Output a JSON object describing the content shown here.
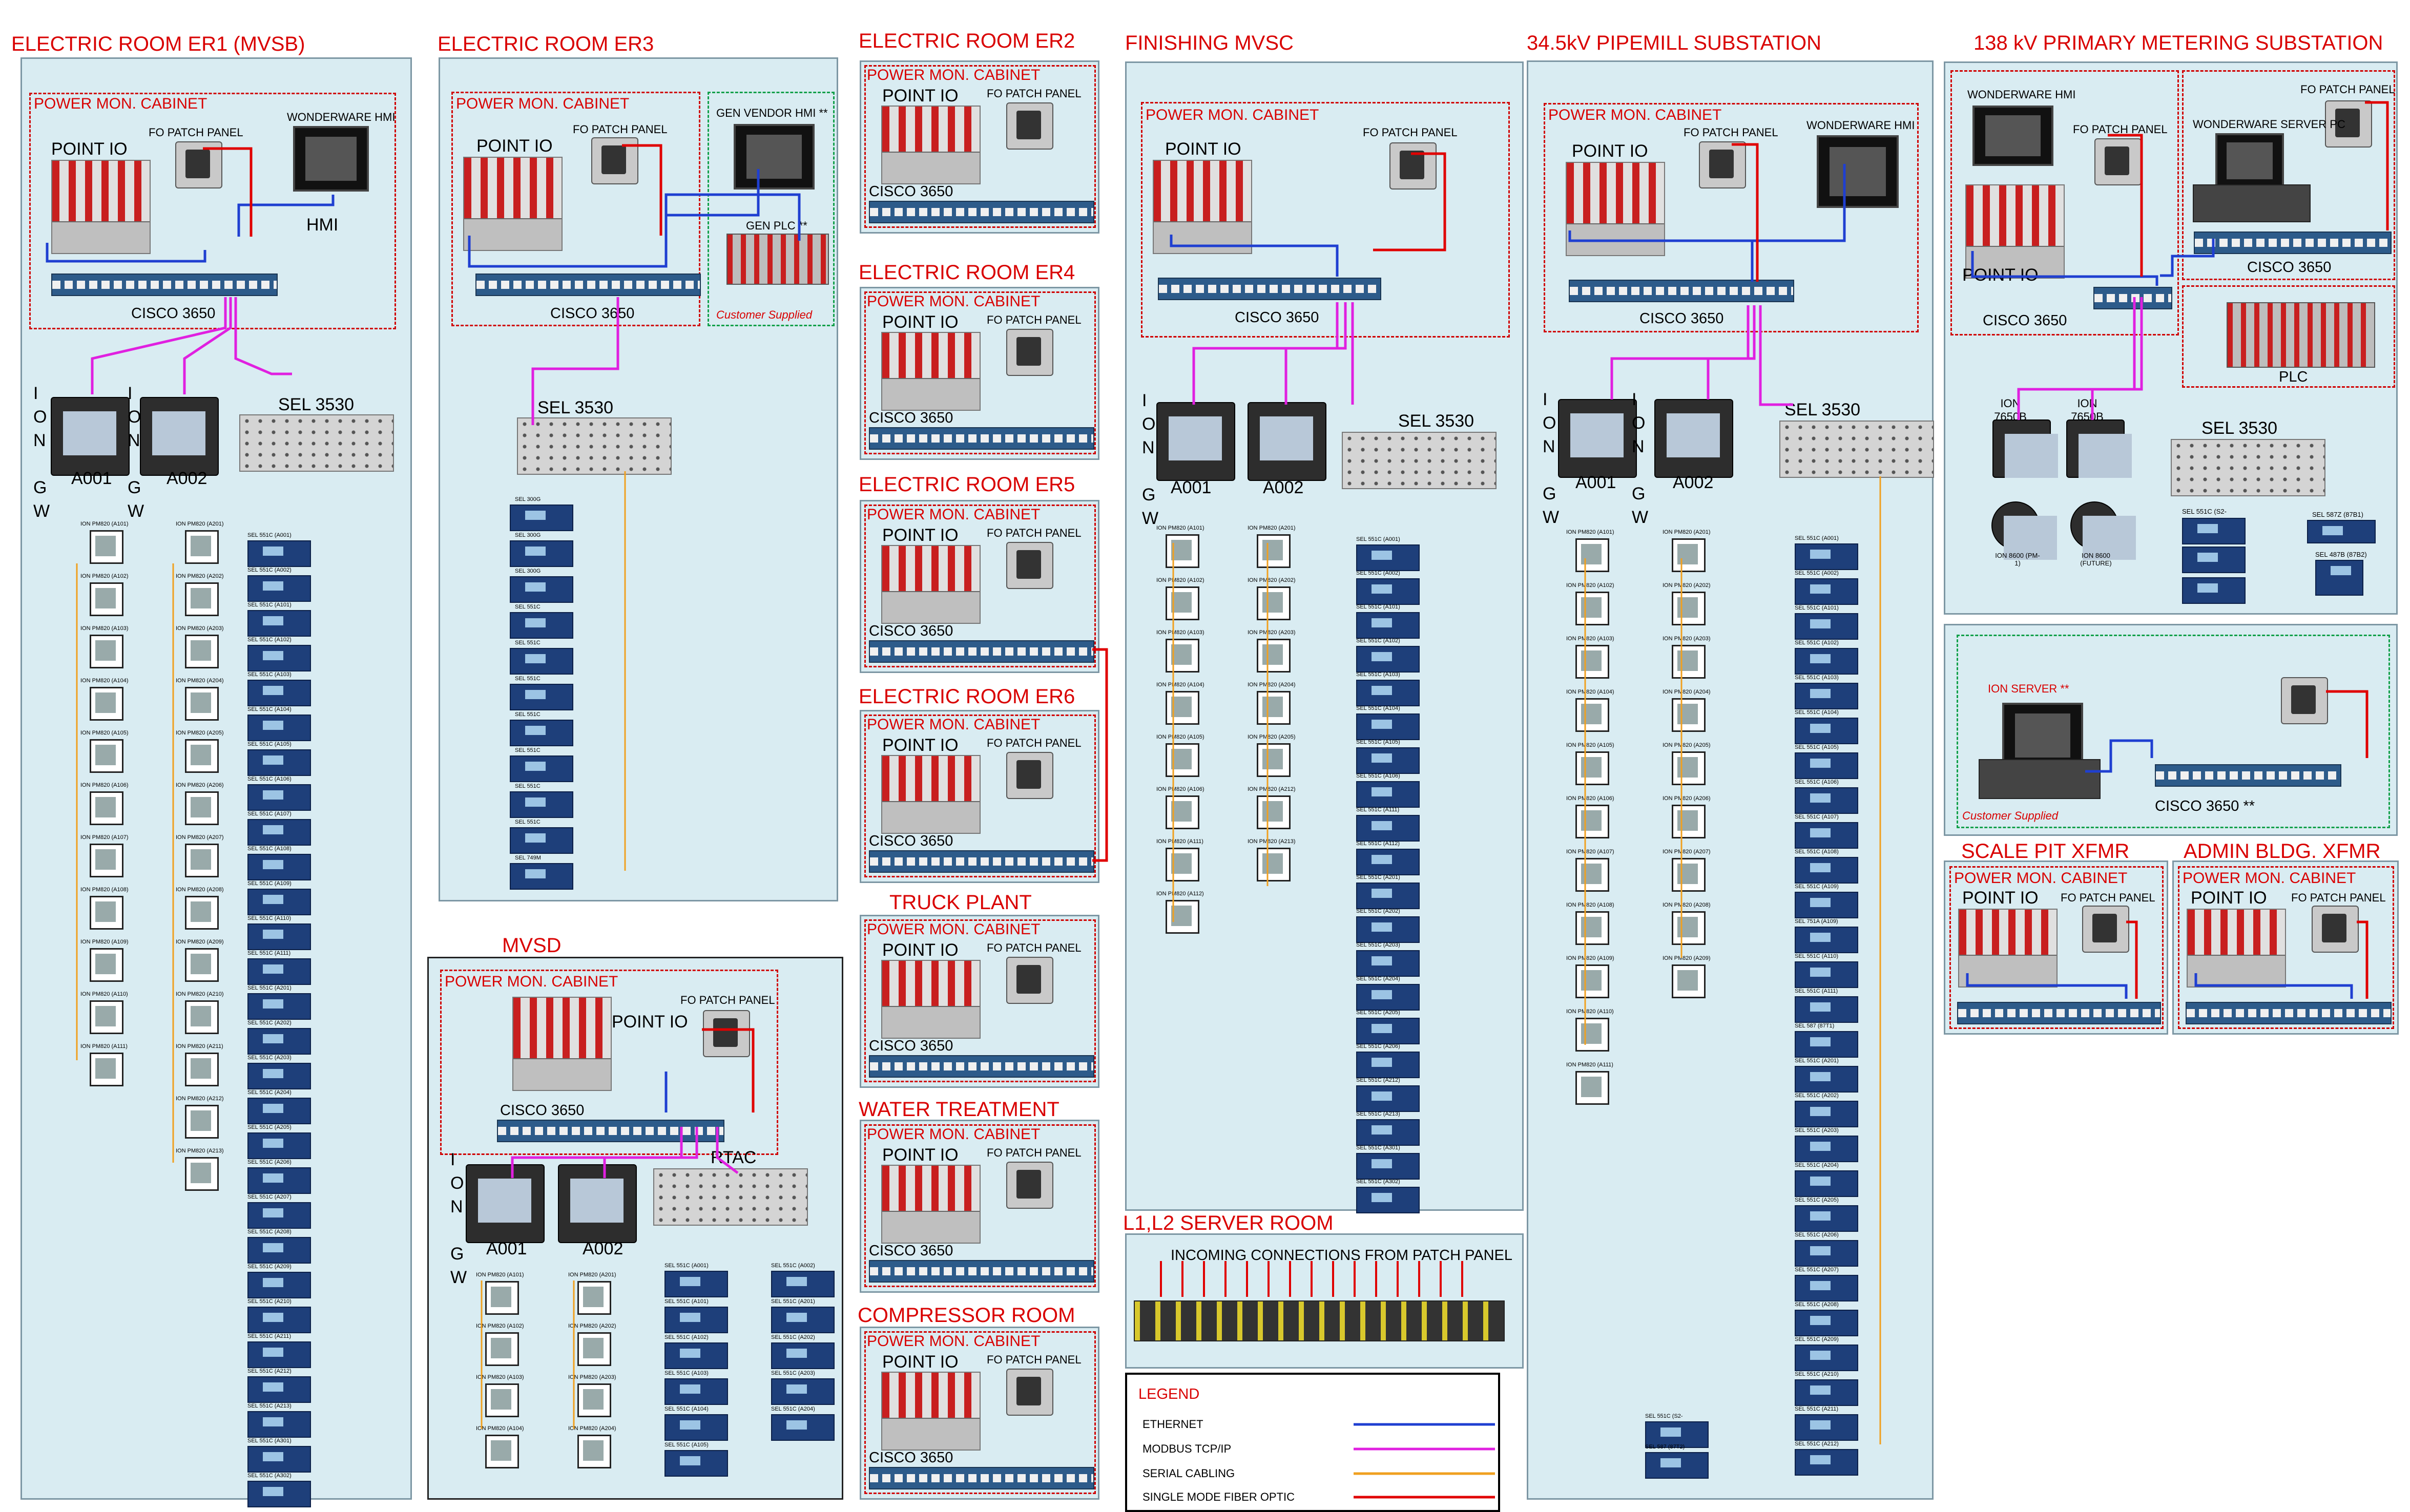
{
  "rooms": {
    "er1": {
      "title": "ELECTRIC ROOM ER1 (MVSB)",
      "cabinet": "POWER MON. CABINET",
      "point_io": "POINT IO",
      "fo": "FO PATCH PANEL",
      "hmi_label": "WONDERWARE HMI",
      "hmi": "HMI",
      "switch": "CISCO 3650",
      "sel": "SEL 3530",
      "ion_gw": [
        "I",
        "O",
        "N",
        "G",
        "W"
      ],
      "a1": "A001",
      "a2": "A002"
    },
    "er3": {
      "title": "ELECTRIC ROOM ER3",
      "cabinet": "POWER MON. CABINET",
      "point_io": "POINT IO",
      "fo": "FO PATCH PANEL",
      "gen_hmi": "GEN VENDOR HMI **",
      "gen_plc": "GEN PLC **",
      "customer": "Customer Supplied",
      "switch": "CISCO 3650",
      "sel": "SEL 3530",
      "relays": [
        "SEL 300G",
        "SEL 300G",
        "SEL 300G",
        "SEL 551C",
        "SEL 551C",
        "SEL 551C",
        "SEL 551C",
        "SEL 551C",
        "SEL 551C",
        "SEL 551C",
        "SEL 749M"
      ]
    },
    "er2": {
      "title": "ELECTRIC ROOM ER2",
      "cabinet": "POWER MON. CABINET",
      "point_io": "POINT IO",
      "fo": "FO PATCH PANEL",
      "switch": "CISCO 3650"
    },
    "er4": {
      "title": "ELECTRIC ROOM ER4",
      "cabinet": "POWER MON. CABINET",
      "point_io": "POINT IO",
      "fo": "FO PATCH PANEL",
      "switch": "CISCO 3650"
    },
    "er5": {
      "title": "ELECTRIC ROOM ER5",
      "cabinet": "POWER MON. CABINET",
      "point_io": "POINT IO",
      "fo": "FO PATCH PANEL",
      "switch": "CISCO 3650"
    },
    "er6": {
      "title": "ELECTRIC ROOM ER6",
      "cabinet": "POWER MON. CABINET",
      "point_io": "POINT IO",
      "fo": "FO PATCH PANEL",
      "switch": "CISCO 3650"
    },
    "truck": {
      "title": "TRUCK PLANT",
      "cabinet": "POWER MON. CABINET",
      "point_io": "POINT IO",
      "fo": "FO PATCH PANEL",
      "switch": "CISCO 3650"
    },
    "water": {
      "title": "WATER TREATMENT",
      "cabinet": "POWER MON. CABINET",
      "point_io": "POINT IO",
      "fo": "FO PATCH PANEL",
      "switch": "CISCO 3650"
    },
    "comp": {
      "title": "COMPRESSOR ROOM",
      "cabinet": "POWER MON. CABINET",
      "point_io": "POINT IO",
      "fo": "FO PATCH PANEL",
      "switch": "CISCO 3650"
    },
    "mvsd": {
      "title": "MVSD",
      "cabinet": "POWER MON. CABINET",
      "point_io": "POINT IO",
      "fo": "FO PATCH PANEL",
      "switch": "CISCO 3650",
      "rtac": "RTAC",
      "ion_gw": [
        "I",
        "O",
        "N",
        "G",
        "W"
      ],
      "a1": "A001",
      "a2": "A002"
    },
    "fin": {
      "title": "FINISHING MVSC",
      "cabinet": "POWER MON. CABINET",
      "point_io": "POINT IO",
      "fo": "FO PATCH PANEL",
      "switch": "CISCO 3650",
      "sel": "SEL 3530",
      "ion_gw": [
        "I",
        "O",
        "N",
        "G",
        "W"
      ],
      "a1": "A001",
      "a2": "A002"
    },
    "pipe": {
      "title": "34.5kV PIPEMILL SUBSTATION",
      "cabinet": "POWER MON. CABINET",
      "point_io": "POINT IO",
      "fo": "FO PATCH PANEL",
      "hmi_label": "WONDERWARE HMI",
      "switch": "CISCO 3650",
      "sel": "SEL 3530",
      "ion_gw": [
        "I",
        "O",
        "N",
        "G",
        "W"
      ],
      "a1": "A001",
      "a2": "A002"
    },
    "p138": {
      "title": "138 kV PRIMARY METERING SUBSTATION",
      "hmi_label": "WONDERWARE HMI",
      "fo": "FO PATCH PANEL",
      "fo2": "FO PATCH PANEL",
      "server": "WONDERWARE SERVER PC",
      "point_io": "POINT IO",
      "switch": "CISCO 3650",
      "switch2": "CISCO 3650",
      "plc": "PLC",
      "sel": "SEL 3530",
      "ion1": "ION 7650B (PM-1)",
      "ion2": "ION 7650B (PM-2)",
      "ion8600a": "ION 8600 (PM-1)",
      "ion8600b": "ION 8600 (FUTURE)",
      "sel551": "SEL 551C (S2-",
      "sel587": "SEL 587Z (87B1)",
      "sel487": "SEL 487B (87B2)"
    },
    "ionsrv": {
      "title": "ION SERVER **",
      "customer": "Customer Supplied",
      "switch": "CISCO 3650 **"
    },
    "scale": {
      "title": "SCALE PIT XFMR",
      "cabinet": "POWER MON. CABINET",
      "point_io": "POINT IO",
      "fo": "FO PATCH PANEL"
    },
    "admin": {
      "title": "ADMIN BLDG. XFMR",
      "cabinet": "POWER MON. CABINET",
      "point_io": "POINT IO",
      "fo": "FO PATCH PANEL"
    },
    "server_room": {
      "title": "L1,L2 SERVER ROOM",
      "incoming": "INCOMING CONNECTIONS FROM PATCH PANEL"
    }
  },
  "pm_lists": {
    "er1_a": [
      "ION PM820 (A101)",
      "ION PM820 (A102)",
      "ION PM820 (A103)",
      "ION PM820 (A104)",
      "ION PM820 (A105)",
      "ION PM820 (A106)",
      "ION PM820 (A107)",
      "ION PM820 (A108)",
      "ION PM820 (A109)",
      "ION PM820 (A110)",
      "ION PM820 (A111)"
    ],
    "er1_b": [
      "ION PM820 (A201)",
      "ION PM820 (A202)",
      "ION PM820 (A203)",
      "ION PM820 (A204)",
      "ION PM820 (A205)",
      "ION PM820 (A206)",
      "ION PM820 (A207)",
      "ION PM820 (A208)",
      "ION PM820 (A209)",
      "ION PM820 (A210)",
      "ION PM820 (A211)",
      "ION PM820 (A212)",
      "ION PM820 (A213)"
    ],
    "fin_a": [
      "ION PM820 (A101)",
      "ION PM820 (A102)",
      "ION PM820 (A103)",
      "ION PM820 (A104)",
      "ION PM820 (A105)",
      "ION PM820 (A106)",
      "ION PM820 (A111)",
      "ION PM820 (A112)"
    ],
    "fin_b": [
      "ION PM820 (A201)",
      "ION PM820 (A202)",
      "ION PM820 (A203)",
      "ION PM820 (A204)",
      "ION PM820 (A205)",
      "ION PM820 (A212)",
      "ION PM820 (A213)"
    ],
    "pipe_a": [
      "ION PM820 (A101)",
      "ION PM820 (A102)",
      "ION PM820 (A103)",
      "ION PM820 (A104)",
      "ION PM820 (A105)",
      "ION PM820 (A106)",
      "ION PM820 (A107)",
      "ION PM820 (A108)",
      "ION PM820 (A109)",
      "ION PM820 (A110)",
      "ION PM820 (A111)"
    ],
    "pipe_b": [
      "ION PM820 (A201)",
      "ION PM820 (A202)",
      "ION PM820 (A203)",
      "ION PM820 (A204)",
      "ION PM820 (A205)",
      "ION PM820 (A206)",
      "ION PM820 (A207)",
      "ION PM820 (A208)",
      "ION PM820 (A209)"
    ],
    "mvsd_a": [
      "ION PM820 (A101)",
      "ION PM820 (A102)",
      "ION PM820 (A103)",
      "ION PM820 (A104)"
    ],
    "mvsd_b": [
      "ION PM820 (A201)",
      "ION PM820 (A202)",
      "ION PM820 (A203)",
      "ION PM820 (A204)"
    ]
  },
  "relay_lists": {
    "er1": [
      "SEL 551C (A001)",
      "SEL 551C (A002)",
      "SEL 551C (A101)",
      "SEL 551C (A102)",
      "SEL 551C (A103)",
      "SEL 551C (A104)",
      "SEL 551C (A105)",
      "SEL 551C (A106)",
      "SEL 551C (A107)",
      "SEL 551C (A108)",
      "SEL 551C (A109)",
      "SEL 551C (A110)",
      "SEL 551C (A111)",
      "SEL 551C (A201)",
      "SEL 551C (A202)",
      "SEL 551C (A203)",
      "SEL 551C (A204)",
      "SEL 551C (A205)",
      "SEL 551C (A206)",
      "SEL 551C (A207)",
      "SEL 551C (A208)",
      "SEL 551C (A209)",
      "SEL 551C (A210)",
      "SEL 551C (A211)",
      "SEL 551C (A212)",
      "SEL 551C (A213)",
      "SEL 551C (A301)",
      "SEL 551C (A302)"
    ],
    "fin": [
      "SEL 551C (A001)",
      "SEL 551C (A002)",
      "SEL 551C (A101)",
      "SEL 551C (A102)",
      "SEL 551C (A103)",
      "SEL 551C (A104)",
      "SEL 551C (A105)",
      "SEL 551C (A106)",
      "SEL 551C (A111)",
      "SEL 551C (A112)",
      "SEL 551C (A201)",
      "SEL 551C (A202)",
      "SEL 551C (A203)",
      "SEL 551C (A204)",
      "SEL 551C (A205)",
      "SEL 551C (A206)",
      "SEL 551C (A212)",
      "SEL 551C (A213)",
      "SEL 551C (A301)",
      "SEL 551C (A302)"
    ],
    "pipe": [
      "SEL 551C (A001)",
      "SEL 551C (A002)",
      "SEL 551C (A101)",
      "SEL 551C (A102)",
      "SEL 551C (A103)",
      "SEL 551C (A104)",
      "SEL 551C (A105)",
      "SEL 551C (A106)",
      "SEL 551C (A107)",
      "SEL 551C (A108)",
      "SEL 551C (A109)",
      "SEL 751A (A109)",
      "SEL 551C (A110)",
      "SEL 551C (A111)",
      "SEL 587 (87T1)",
      "SEL 551C (A201)",
      "SEL 551C (A202)",
      "SEL 551C (A203)",
      "SEL 551C (A204)",
      "SEL 551C (A205)",
      "SEL 551C (A206)",
      "SEL 551C (A207)",
      "SEL 551C (A208)",
      "SEL 551C (A209)",
      "SEL 551C (A210)",
      "SEL 551C (A211)",
      "SEL 551C (A212)"
    ],
    "mvsd_a": [
      "SEL 551C (A001)",
      "SEL 551C (A101)",
      "SEL 551C (A102)",
      "SEL 551C (A103)",
      "SEL 551C (A104)",
      "SEL 551C (A105)"
    ],
    "mvsd_b": [
      "SEL 551C (A002)",
      "SEL 551C (A201)",
      "SEL 551C (A202)",
      "SEL 551C (A203)",
      "SEL 551C (A204)"
    ],
    "pipe_extra": [
      "SEL 551C (S2-",
      "SEL 587 (87T2)"
    ]
  },
  "legend": {
    "title": "LEGEND",
    "items": [
      {
        "label": "ETHERNET",
        "color": "#1f3fd1"
      },
      {
        "label": "MODBUS TCP/IP",
        "color": "#e020e0"
      },
      {
        "label": "SERIAL CABLING",
        "color": "#f0a020"
      },
      {
        "label": "SINGLE MODE FIBER OPTIC",
        "color": "#e00000"
      }
    ]
  },
  "colors": {
    "room_fill": "#d9ecf2",
    "title_red": "#d90000",
    "ethernet": "#1f3fd1",
    "modbus": "#e020e0",
    "serial": "#f0a020",
    "fiber": "#e00000"
  }
}
